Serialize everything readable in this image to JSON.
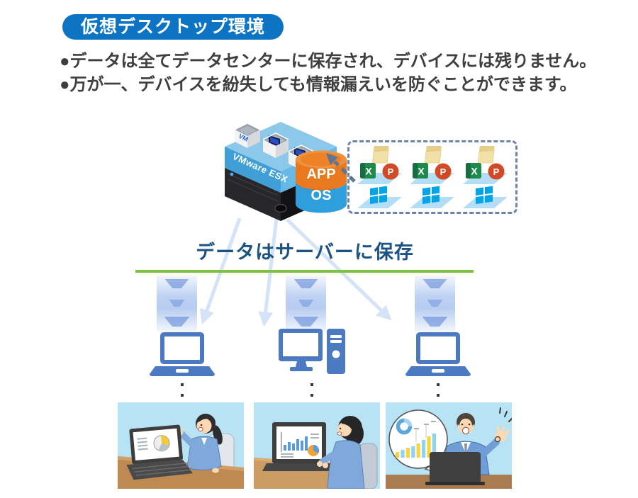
{
  "header": {
    "badge_label": "仮想デスクトップ環境"
  },
  "bullets": {
    "items": [
      "●データは全てデータセンターに保存され、デバイスには残りません。",
      "●万が一、デバイスを紛失しても情報漏えいを防ぐことができます。"
    ]
  },
  "server": {
    "vm_label": "VM",
    "esx_label": "VMware ESX",
    "app_label": "APP",
    "os_label": "OS"
  },
  "vdi_box": {
    "excel_letter": "X",
    "ppt_letter": "P",
    "group_count": 3,
    "icons": [
      "folder-icon",
      "excel-icon",
      "powerpoint-icon",
      "windows-logo-icon"
    ]
  },
  "caption": {
    "text": "データはサーバーに保存"
  },
  "devices": {
    "left": "laptop-icon",
    "center": "desktop-pc-icon",
    "right": "laptop-icon"
  },
  "illustrations": [
    {
      "name": "woman-pointing-at-laptop-pie-chart"
    },
    {
      "name": "person-working-on-laptop-with-charts"
    },
    {
      "name": "man-ok-gesture-with-chart-speech-bubble"
    }
  ],
  "colors": {
    "badge_bg": "#0d74c4",
    "bullet_text": "#3f3f3f",
    "caption_text": "#1c5382",
    "divider_green": "#7ec142",
    "device_blue": "#4b79c2",
    "dashed_border": "#6d84a8",
    "cylinder_orange": "#e8791f",
    "cylinder_blue": "#2e9edd",
    "windows_blue": "#00a4e9",
    "excel_green": "#1e8a4c",
    "powerpoint_red": "#d14a26",
    "arrow_light_blue": "#d4e3f7"
  }
}
